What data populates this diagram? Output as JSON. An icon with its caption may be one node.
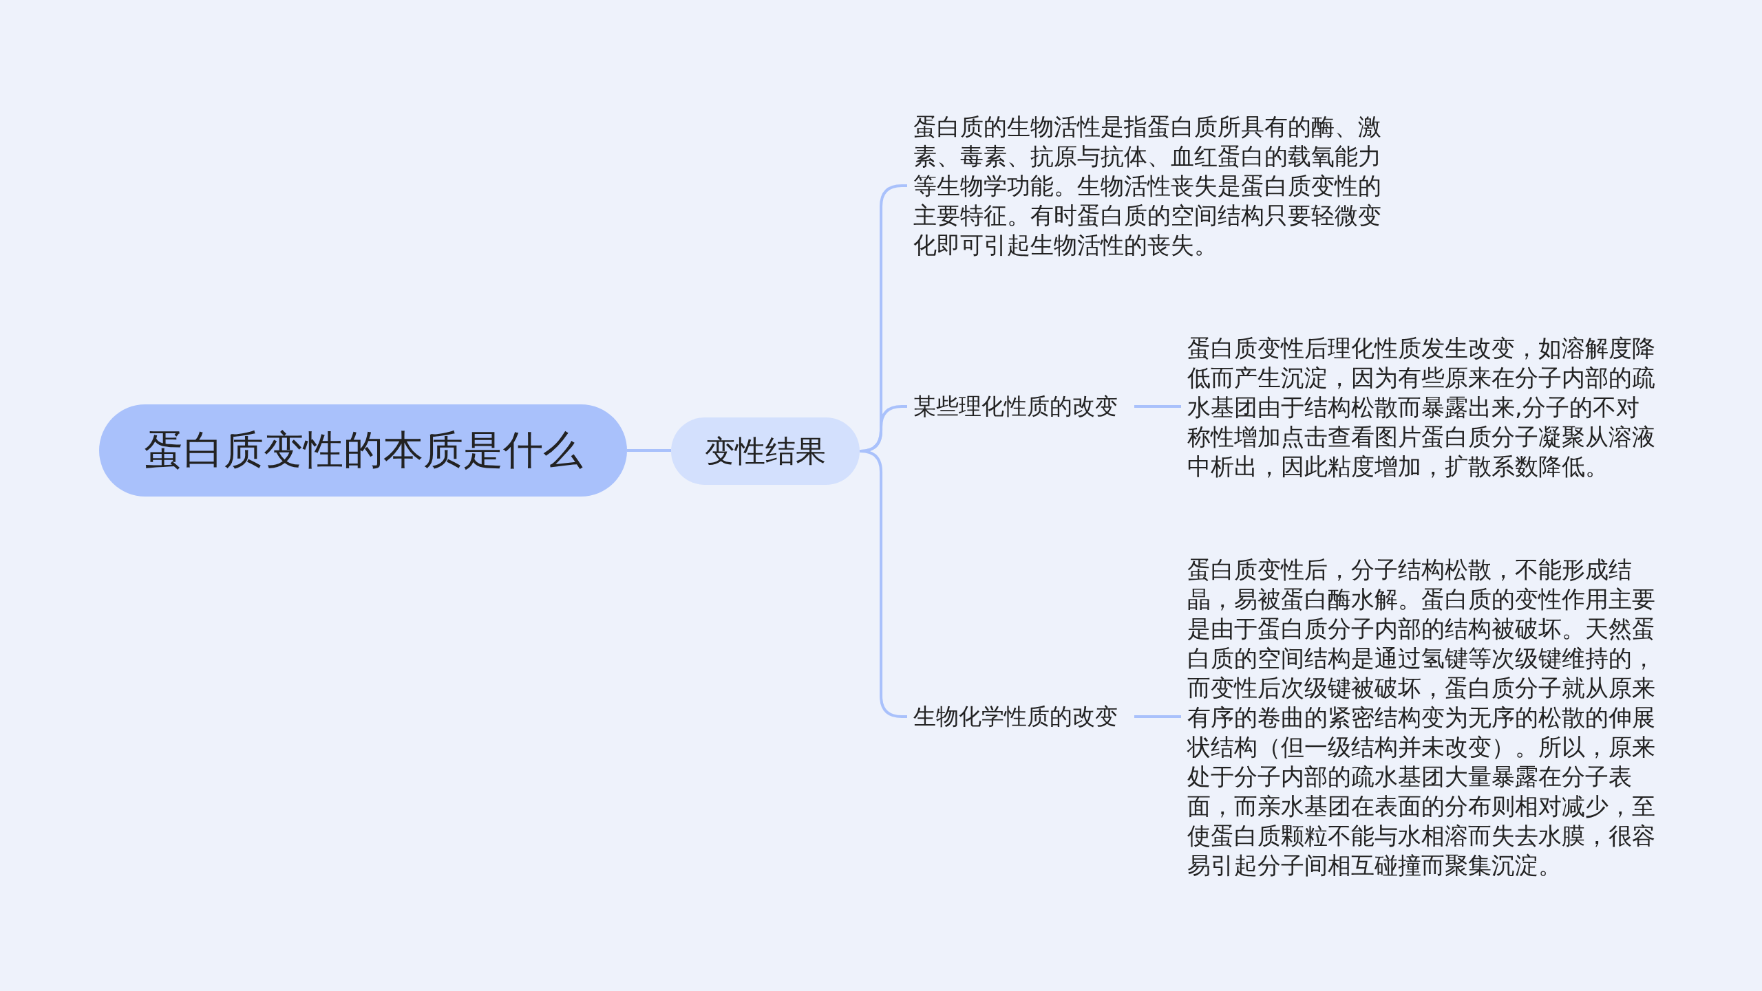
{
  "diagram": {
    "nodes": [
      {
        "text": [
          "蛋白质变性的本质是什么"
        ]
      },
      {
        "text": [
          "变性结果"
        ]
      },
      {
        "text": [
          "蛋白质的生物活性是指蛋白质所具有的酶、激素、毒素、抗原与抗体、血红蛋白的载氧能力等生物学功能。生物活性丧失是蛋白质变性的主要特征。有时蛋白质的空间结构只要轻微变化即可引起生物活性的丧失。"
        ]
      },
      {
        "text": [
          "某些理化性质的改变"
        ]
      },
      {
        "text": [
          "蛋白质变性后理化性质发生改变，如溶解度降低而产生沉淀，因为有些原来在分子内部的疏水基团由于结构松散而暴露出来,分子的不对称性增加点击查看图片蛋白质分子凝聚从溶液中析出，因此粘度增加，扩散系数降低。"
        ]
      },
      {
        "text": [
          "生物化学性质的改变"
        ]
      },
      {
        "text": [
          "蛋白质变性后，分子结构松散，不能形成结晶，易被蛋白酶水解。蛋白质的变性作用主要是由于蛋白质分子内部的结构被破坏。天然蛋白质的空间结构是通过氢键等次级键维持的，而变性后次级键被破坏，蛋白质分子就从原来有序的卷曲的紧密结构变为无序的松散的伸展状结构（但一级结构并未改变）。所以，原来处于分子内部的疏水基团大量暴露在分子表面，而亲水基团在表面的分布则相对减少，至使蛋白质颗粒不能与水相溶而失去水膜，很容易引起分子间相互碰撞而聚集沉淀。"
        ]
      }
    ],
    "edges": [
      {
        "from": 0,
        "to": 1,
        "arrow": "none"
      },
      {
        "from": 1,
        "to": 2,
        "arrow": "none"
      },
      {
        "from": 1,
        "to": 3,
        "arrow": "none"
      },
      {
        "from": 1,
        "to": 5,
        "arrow": "none"
      },
      {
        "from": 3,
        "to": 4,
        "arrow": "none"
      },
      {
        "from": 5,
        "to": 6,
        "arrow": "none"
      }
    ]
  }
}
